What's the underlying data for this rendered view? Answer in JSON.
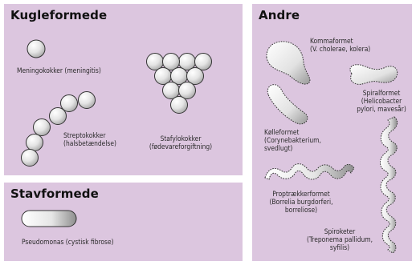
{
  "panels": {
    "kugleformede": {
      "title": "Kugleformede",
      "items": {
        "meningokokker": "Meningokokker (meningitis)",
        "streptokokker": [
          "Streptokokker",
          "(halsbetændelse)"
        ],
        "stafylokokker": [
          "Stafylokokker",
          "(fødevareforgiftning)"
        ]
      }
    },
    "stavformede": {
      "title": "Stavformede",
      "items": {
        "pseudomonas": "Pseudomonas (cystisk fibrose)"
      }
    },
    "andre": {
      "title": "Andre",
      "items": {
        "kommaformet": [
          "Kommaformet",
          "(V. cholerae, kolera)"
        ],
        "spiralformet": [
          "Spiralformet",
          "(Helicobacter",
          "pylori, mavesår)"
        ],
        "kolleformet": [
          "Kølleformet",
          "(Corynebakterium,",
          "svedlugt)"
        ],
        "proptraekkerformet": [
          "Proptrækkerformet",
          "(Borrelia burgdorferi,",
          "borreliose)"
        ],
        "spiroketer": [
          "Spiroketer",
          "(Treponema pallidum,",
          "syfilis)"
        ]
      }
    }
  }
}
